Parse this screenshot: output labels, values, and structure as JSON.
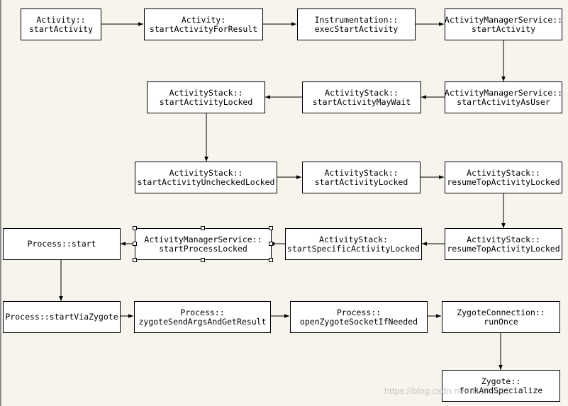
{
  "nodes": {
    "n1": [
      "Activity::",
      "startActivity"
    ],
    "n2": [
      "Activity:",
      "startActivityForResult"
    ],
    "n3": [
      "Instrumentation::",
      "execStartActivity"
    ],
    "n4": [
      "ActivityManagerService::",
      "startActivity"
    ],
    "n5": [
      "ActivityManagerService::",
      "startActivityAsUser"
    ],
    "n6": [
      "ActivityStack::",
      "startActivityMayWait"
    ],
    "n7": [
      "ActivityStack::",
      "startActivityLocked"
    ],
    "n8": [
      "ActivityStack::",
      "startActivityUncheckedLocked"
    ],
    "n9": [
      "ActivityStack::",
      "startActivityLocked"
    ],
    "n10": [
      "ActivityStack::",
      "resumeTopActivityLocked"
    ],
    "n11": [
      "ActivityStack::",
      "resumeTopActivityLocked"
    ],
    "n12": [
      "ActivityStack:",
      "startSpecificActivityLocked"
    ],
    "n13": [
      "ActivityManagerService::",
      "startProcessLocked"
    ],
    "n14": [
      "Process::start"
    ],
    "n15": [
      "Process::startViaZygote"
    ],
    "n16": [
      "Process::",
      "zygoteSendArgsAndGetResult"
    ],
    "n17": [
      "Process::",
      "openZygoteSocketIfNeeded"
    ],
    "n18": [
      "ZygoteConnection::",
      "runOnce"
    ],
    "n19": [
      "Zygote::",
      "forkAndSpecialize"
    ]
  },
  "watermark": "https://blog.csdn.net/a1985010"
}
